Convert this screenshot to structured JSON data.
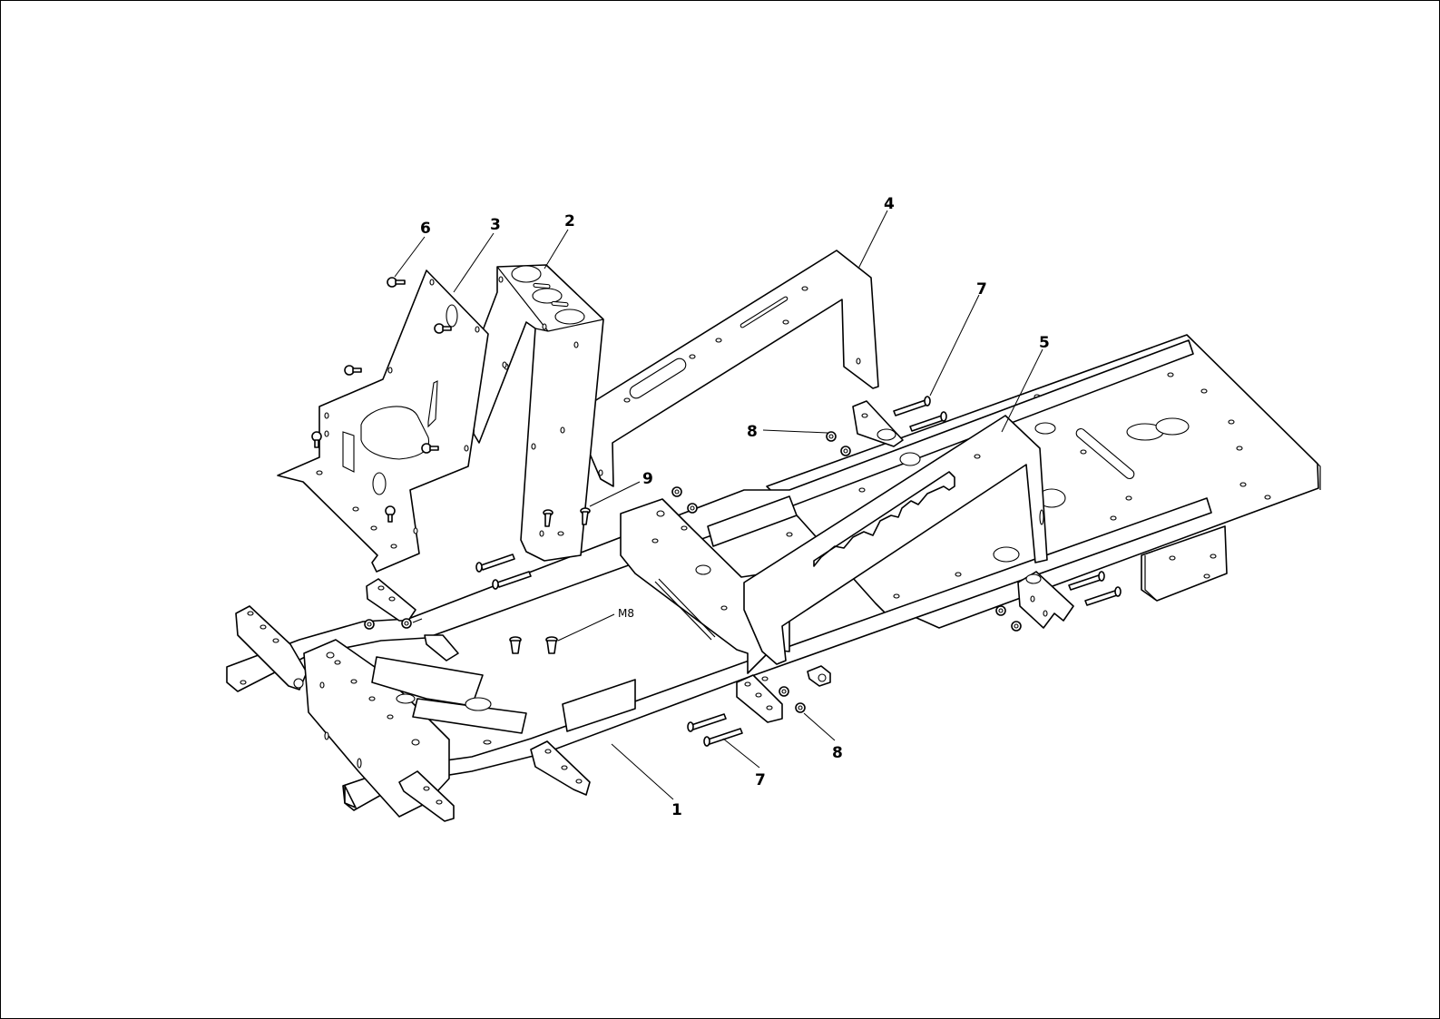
{
  "callouts": {
    "c1": "1",
    "c2": "2",
    "c3": "3",
    "c4": "4",
    "c5": "5",
    "c6": "6",
    "c7a": "7",
    "c7b": "7",
    "c8a": "8",
    "c8b": "8",
    "c9": "9",
    "m8": "M8"
  }
}
